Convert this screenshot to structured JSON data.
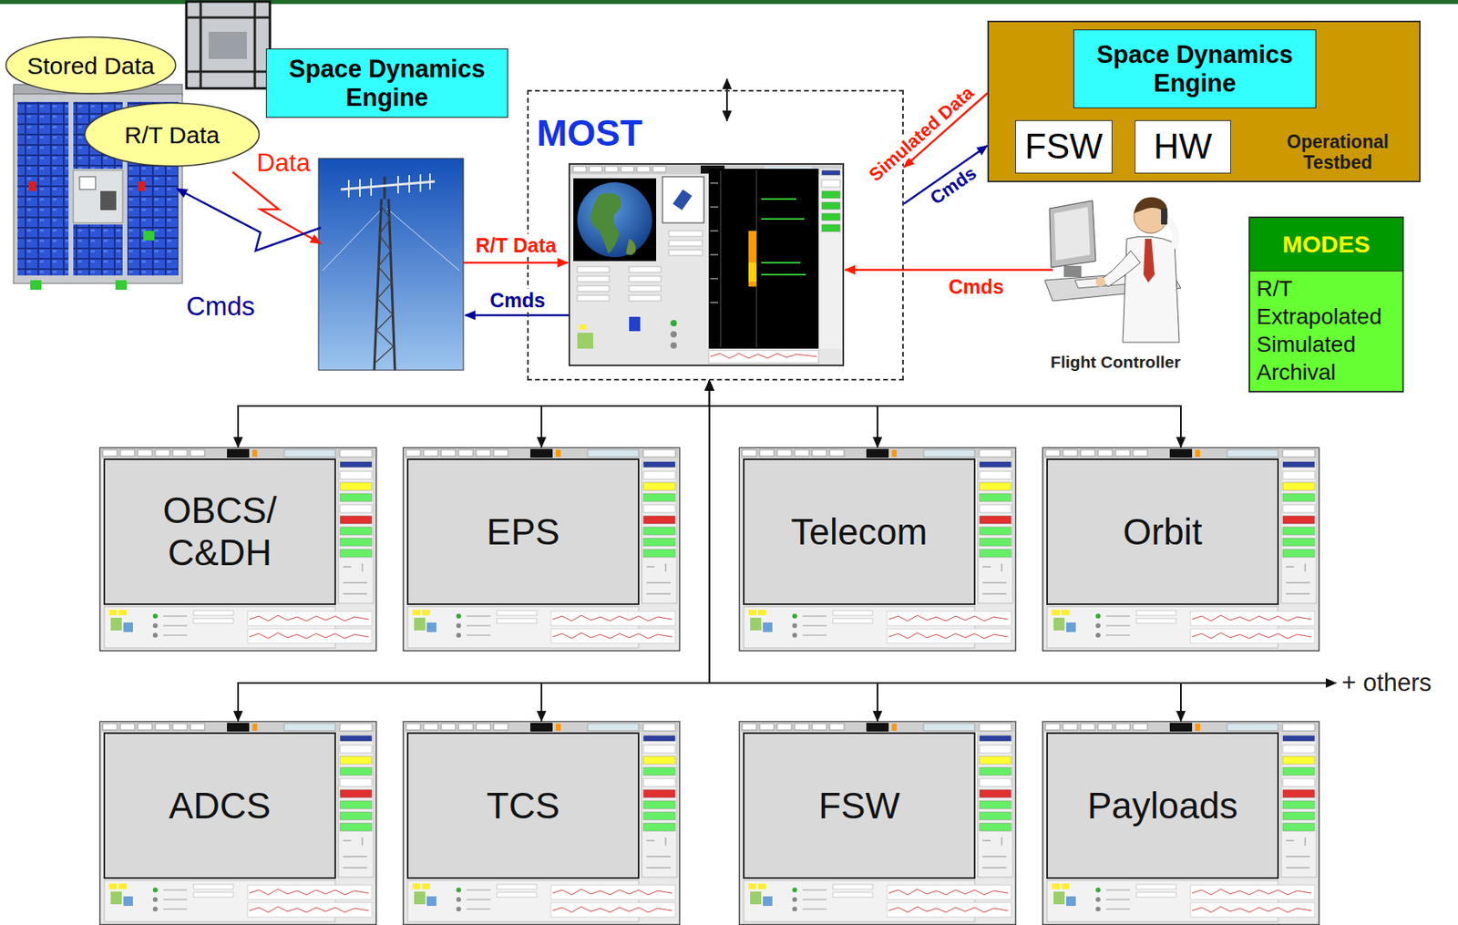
{
  "diagram": {
    "nodes": [
      {
        "text": [
          "Stored Data"
        ]
      },
      {
        "text": [
          "R/T Data"
        ]
      },
      {
        "text": [
          "Space Dynamics Engine"
        ]
      },
      {
        "text": [
          "MOST"
        ]
      },
      {
        "text": [
          "Operational Testbed"
        ]
      },
      {
        "text": [
          "Space Dynamics Engine"
        ],
        "in": 4
      },
      {
        "text": [
          "FSW"
        ],
        "in": 4
      },
      {
        "text": [
          "HW"
        ],
        "in": 4
      },
      {
        "text": [
          "MODES",
          "R/T Extrapolated Simulated Archival"
        ]
      },
      {
        "text": [
          "OBCS/ C&DH"
        ]
      },
      {
        "text": [
          "EPS"
        ]
      },
      {
        "text": [
          "Telecom"
        ]
      },
      {
        "text": [
          "Orbit"
        ]
      },
      {
        "text": [
          "ADCS"
        ]
      },
      {
        "text": [
          "TCS"
        ]
      },
      {
        "text": [
          "FSW"
        ]
      },
      {
        "text": [
          "Payloads"
        ]
      }
    ],
    "edges": [
      {
        "from": 4,
        "to": 3,
        "label": "Simulated Data",
        "arrow": "to"
      },
      {
        "from": 3,
        "to": 4,
        "label": "Cmds",
        "arrow": "to"
      },
      {
        "from": 3,
        "to": 9,
        "arrow": "both"
      },
      {
        "from": 3,
        "to": 10,
        "arrow": "both"
      },
      {
        "from": 3,
        "to": 11,
        "arrow": "both"
      },
      {
        "from": 3,
        "to": 12,
        "arrow": "both"
      },
      {
        "from": 3,
        "to": 13,
        "arrow": "both"
      },
      {
        "from": 3,
        "to": 14,
        "arrow": "both"
      },
      {
        "from": 3,
        "to": 15,
        "arrow": "both"
      },
      {
        "from": 3,
        "to": 16,
        "arrow": "both"
      }
    ],
    "labels": [
      "Data",
      "Cmds",
      "R/T Data",
      "Cmds",
      "Cmds",
      "Flight Controller",
      "+ others"
    ]
  }
}
